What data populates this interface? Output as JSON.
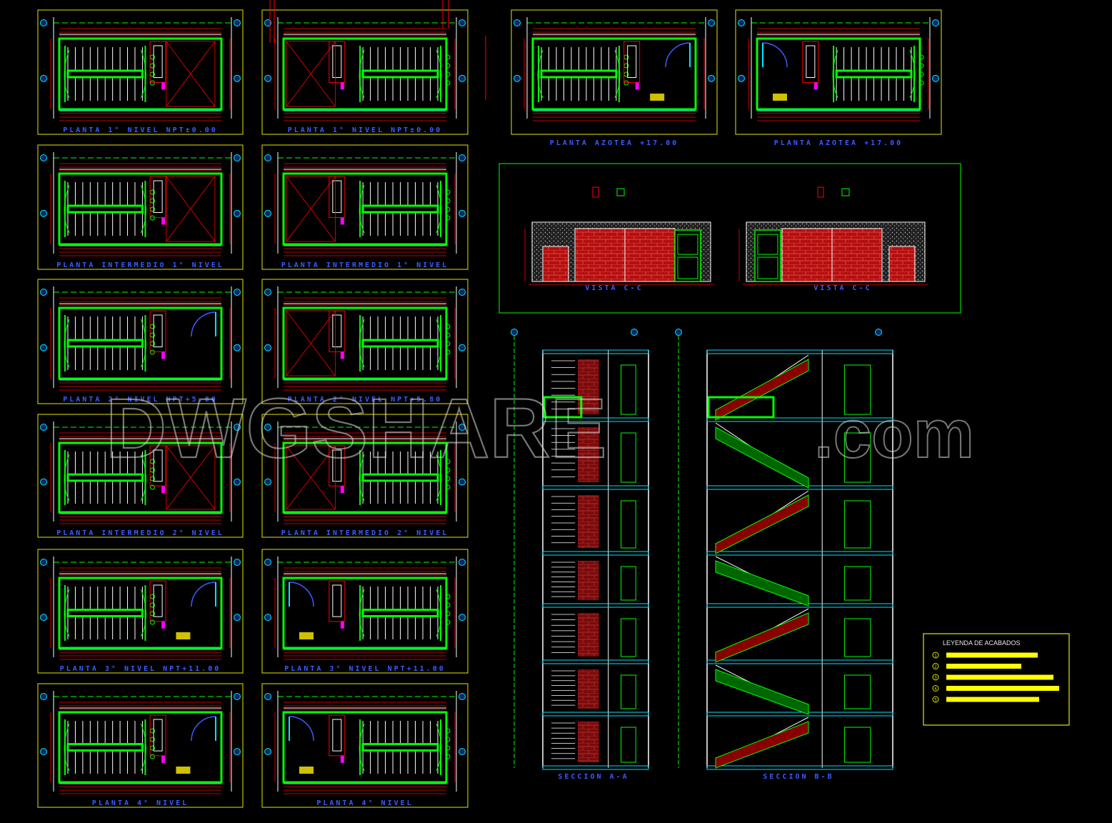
{
  "plan_titles": [
    "PLANTA  1° NIVEL    NPT±0.00",
    "PLANTA  1° NIVEL    NPT±0.00",
    "PLANTA  INTERMEDIO 1° NIVEL",
    "PLANTA  INTERMEDIO 1° NIVEL",
    "PLANTA  2° NIVEL    NPT+5.80",
    "PLANTA  2° NIVEL    NPT+5.80",
    "PLANTA  INTERMEDIO 2° NIVEL",
    "PLANTA  INTERMEDIO 2° NIVEL",
    "PLANTA  3° NIVEL    NPT+11.00",
    "PLANTA  3° NIVEL    NPT+11.00",
    "PLANTA  4° NIVEL",
    "PLANTA  4° NIVEL"
  ],
  "roof_titles": [
    "PLANTA  AZOTEA +17.00",
    "PLANTA  AZOTEA +17.00"
  ],
  "elevation_titles": [
    "VISTA C-C",
    "VISTA C-C"
  ],
  "section_titles": [
    "SECCION A-A",
    "SECCION B-B"
  ],
  "legend": {
    "title": "LEYENDA DE ACABADOS",
    "items": [
      "1",
      "2",
      "3",
      "4",
      "5"
    ]
  },
  "watermark": {
    "main": "DWGSHARE",
    "suffix": ".com"
  },
  "colors": {
    "background": "#000000",
    "frame": "#e6e600",
    "wall": "#00ff00",
    "dimension": "#ff0000",
    "axis": "#00ff00",
    "text": "#ffffff",
    "title": "#3a5cff",
    "cyan": "#00e5ff",
    "brick": "#b01010",
    "legend_bar": "#ffff00"
  }
}
